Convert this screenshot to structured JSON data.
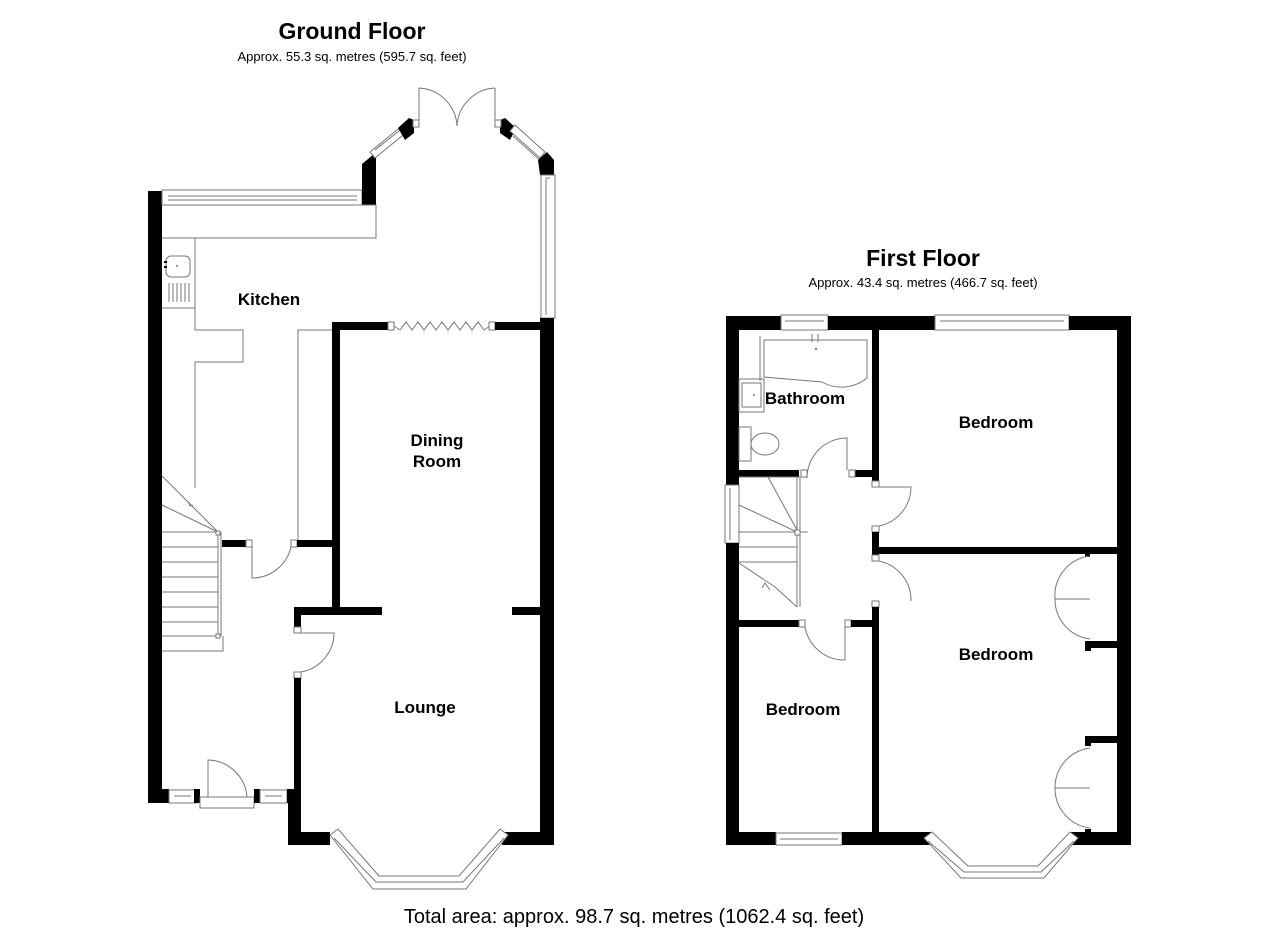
{
  "ground_floor": {
    "title": "Ground Floor",
    "area": "Approx. 55.3 sq. metres (595.7 sq. feet)",
    "rooms": [
      {
        "name": "Kitchen"
      },
      {
        "name": "Dining",
        "name2": "Room"
      },
      {
        "name": "Lounge"
      }
    ]
  },
  "first_floor": {
    "title": "First Floor",
    "area": "Approx. 43.4 sq. metres (466.7 sq. feet)",
    "rooms": [
      {
        "name": "Bathroom"
      },
      {
        "name": "Bedroom"
      },
      {
        "name": "Bedroom"
      },
      {
        "name": "Bedroom"
      }
    ]
  },
  "total": "Total area: approx. 98.7 sq. metres (1062.4 sq. feet)",
  "colors": {
    "wall": "#000000",
    "fixture_line": "#777777",
    "background": "#ffffff"
  }
}
